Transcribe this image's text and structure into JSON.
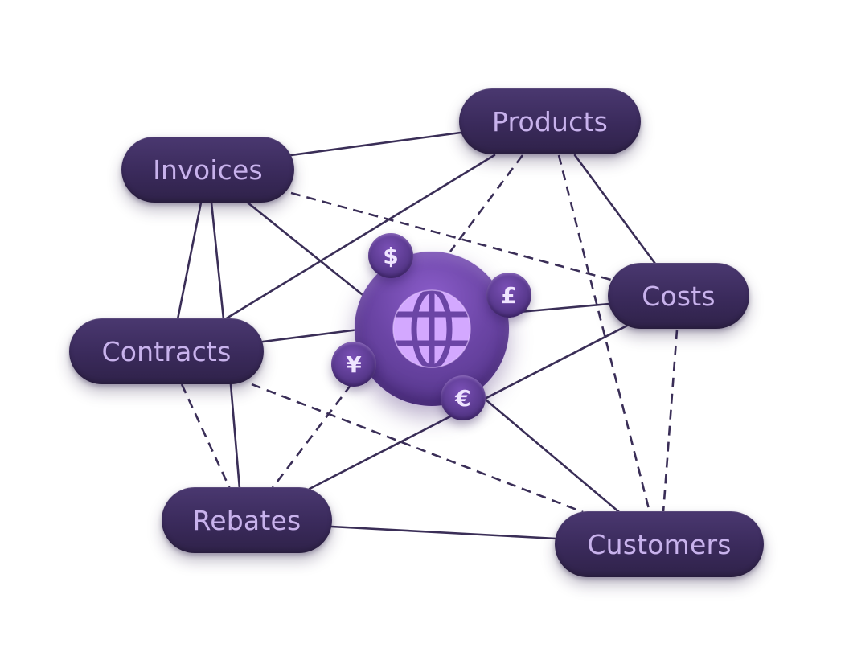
{
  "diagram": {
    "nodes": {
      "products": "Products",
      "invoices": "Invoices",
      "costs": "Costs",
      "contracts": "Contracts",
      "rebates": "Rebates",
      "customers": "Customers"
    },
    "hub": {
      "icon": "globe-icon",
      "currencies": {
        "dollar": "$",
        "pound": "£",
        "yen": "¥",
        "euro": "€"
      }
    },
    "connections": {
      "solid": [
        [
          "invoices",
          "products"
        ],
        [
          "invoices",
          "hub"
        ],
        [
          "invoices",
          "contracts"
        ],
        [
          "invoices",
          "rebates"
        ],
        [
          "products",
          "contracts"
        ],
        [
          "products",
          "costs"
        ],
        [
          "contracts",
          "hub"
        ],
        [
          "contracts",
          "rebates"
        ],
        [
          "hub",
          "costs"
        ],
        [
          "costs",
          "rebates"
        ],
        [
          "hub",
          "customers"
        ],
        [
          "rebates",
          "customers"
        ]
      ],
      "dashed": [
        [
          "invoices",
          "costs"
        ],
        [
          "products",
          "hub"
        ],
        [
          "products",
          "customers"
        ],
        [
          "costs",
          "customers"
        ],
        [
          "contracts",
          "customers"
        ],
        [
          "contracts",
          "rebates"
        ],
        [
          "hub",
          "rebates"
        ]
      ]
    },
    "colors": {
      "node_fill": "#3a2a5b",
      "node_text": "#c8b2ec",
      "hub_fill": "#6b45a5",
      "globe_fill": "#d3a8ff",
      "edge": "#3a2e57"
    }
  }
}
